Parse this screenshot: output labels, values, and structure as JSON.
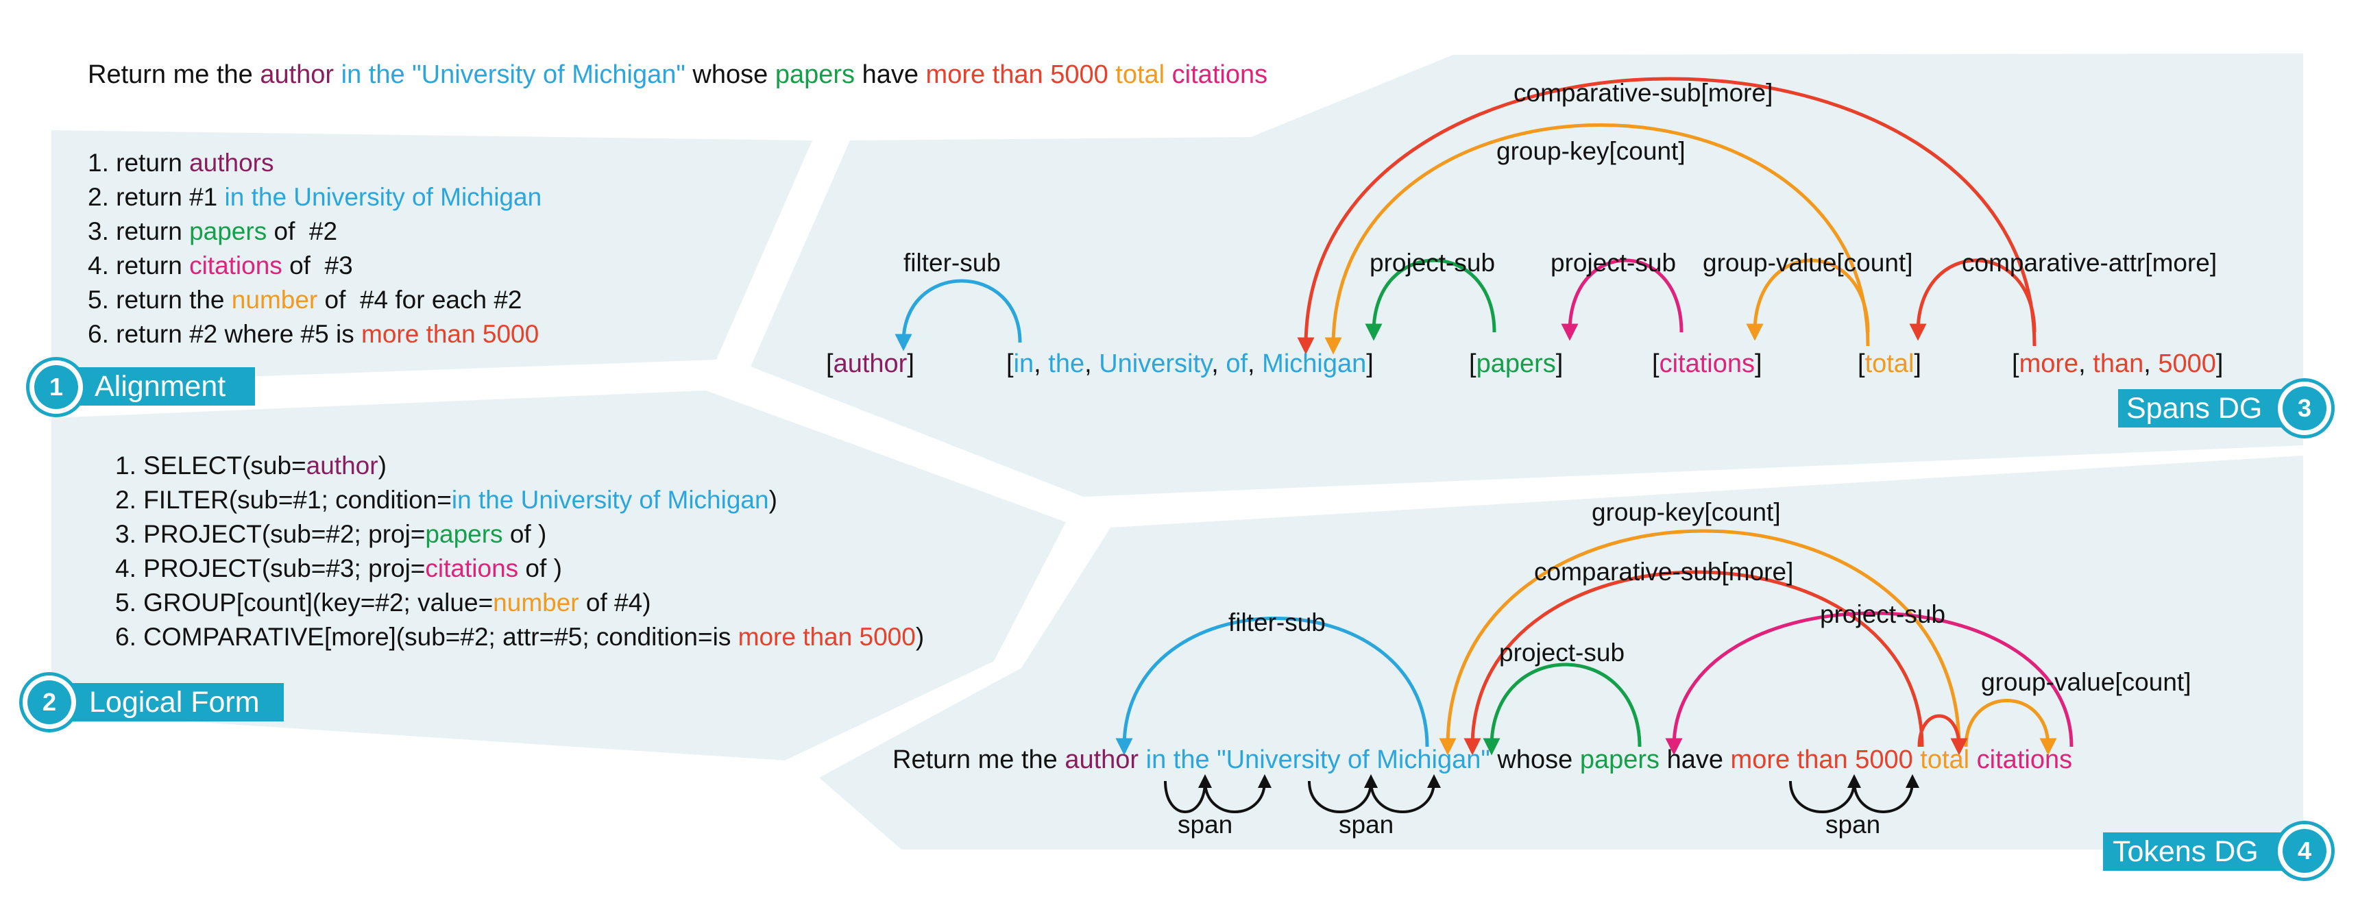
{
  "colors": {
    "panel": "#e8f2f5",
    "accent": "#1aa7c7",
    "author": "#8b1d5e",
    "location": "#2aa6dd",
    "papers": "#14a04a",
    "citations": "#e0227a",
    "number": "#f39a1e",
    "more": "#e8402a",
    "black": "#111111"
  },
  "question": [
    {
      "t": "Return me the ",
      "c": "black"
    },
    {
      "t": "author",
      "c": "author"
    },
    {
      "t": " in the \"University of Michigan\"",
      "c": "location"
    },
    {
      "t": " whose ",
      "c": "black"
    },
    {
      "t": "papers",
      "c": "papers"
    },
    {
      "t": " have ",
      "c": "black"
    },
    {
      "t": "more than 5000",
      "c": "more"
    },
    {
      "t": " total",
      "c": "number"
    },
    {
      "t": " citations",
      "c": "citations"
    }
  ],
  "alignment": {
    "badge_number": "1",
    "badge_label": "Alignment",
    "lines": [
      [
        {
          "t": "1. return ",
          "c": "black"
        },
        {
          "t": "authors",
          "c": "author"
        }
      ],
      [
        {
          "t": "2. return #1 ",
          "c": "black"
        },
        {
          "t": "in the University of Michigan",
          "c": "location"
        }
      ],
      [
        {
          "t": "3. return ",
          "c": "black"
        },
        {
          "t": "papers",
          "c": "papers"
        },
        {
          "t": " of  #2",
          "c": "black"
        }
      ],
      [
        {
          "t": "4. return ",
          "c": "black"
        },
        {
          "t": "citations",
          "c": "citations"
        },
        {
          "t": " of  #3",
          "c": "black"
        }
      ],
      [
        {
          "t": "5. return the ",
          "c": "black"
        },
        {
          "t": "number",
          "c": "number"
        },
        {
          "t": " of  #4 for each #2",
          "c": "black"
        }
      ],
      [
        {
          "t": "6. return #2 where #5 is ",
          "c": "black"
        },
        {
          "t": "more than 5000",
          "c": "more"
        }
      ]
    ]
  },
  "logical_form": {
    "badge_number": "2",
    "badge_label": "Logical Form",
    "lines": [
      [
        {
          "t": "1. SELECT(sub=",
          "c": "black"
        },
        {
          "t": "author",
          "c": "author"
        },
        {
          "t": ")",
          "c": "black"
        }
      ],
      [
        {
          "t": "2. FILTER(sub=#1; condition=",
          "c": "black"
        },
        {
          "t": "in the University of Michigan",
          "c": "location"
        },
        {
          "t": ")",
          "c": "black"
        }
      ],
      [
        {
          "t": "3. PROJECT(sub=#2; proj=",
          "c": "black"
        },
        {
          "t": "papers",
          "c": "papers"
        },
        {
          "t": " of )",
          "c": "black"
        }
      ],
      [
        {
          "t": "4. PROJECT(sub=#3; proj=",
          "c": "black"
        },
        {
          "t": "citations",
          "c": "citations"
        },
        {
          "t": " of )",
          "c": "black"
        }
      ],
      [
        {
          "t": "5. GROUP[count](key=#2; value=",
          "c": "black"
        },
        {
          "t": "number",
          "c": "number"
        },
        {
          "t": " of #4)",
          "c": "black"
        }
      ],
      [
        {
          "t": "6. COMPARATIVE[more](sub=#2; attr=#5; condition=is ",
          "c": "black"
        },
        {
          "t": "more than 5000",
          "c": "more"
        },
        {
          "t": ")",
          "c": "black"
        }
      ]
    ]
  },
  "spans_dg": {
    "badge_number": "3",
    "badge_label": "Spans DG",
    "spans": [
      {
        "id": "author",
        "parts": [
          {
            "t": "[",
            "c": "black"
          },
          {
            "t": "author",
            "c": "author"
          },
          {
            "t": "]",
            "c": "black"
          }
        ]
      },
      {
        "id": "loc",
        "parts": [
          {
            "t": "[",
            "c": "black"
          },
          {
            "t": "in",
            "c": "location"
          },
          {
            "t": ", ",
            "c": "black"
          },
          {
            "t": "the",
            "c": "location"
          },
          {
            "t": ", ",
            "c": "black"
          },
          {
            "t": "University",
            "c": "location"
          },
          {
            "t": ", ",
            "c": "black"
          },
          {
            "t": "of",
            "c": "location"
          },
          {
            "t": ", ",
            "c": "black"
          },
          {
            "t": "Michigan",
            "c": "location"
          },
          {
            "t": "]",
            "c": "black"
          }
        ]
      },
      {
        "id": "papers",
        "parts": [
          {
            "t": "[",
            "c": "black"
          },
          {
            "t": "papers",
            "c": "papers"
          },
          {
            "t": "]",
            "c": "black"
          }
        ]
      },
      {
        "id": "citations",
        "parts": [
          {
            "t": "[",
            "c": "black"
          },
          {
            "t": "citations",
            "c": "citations"
          },
          {
            "t": "]",
            "c": "black"
          }
        ]
      },
      {
        "id": "total",
        "parts": [
          {
            "t": "[",
            "c": "black"
          },
          {
            "t": "total",
            "c": "number"
          },
          {
            "t": "]",
            "c": "black"
          }
        ]
      },
      {
        "id": "more",
        "parts": [
          {
            "t": "[",
            "c": "black"
          },
          {
            "t": "more",
            "c": "more"
          },
          {
            "t": ", ",
            "c": "black"
          },
          {
            "t": "than",
            "c": "more"
          },
          {
            "t": ", ",
            "c": "black"
          },
          {
            "t": "5000",
            "c": "more"
          },
          {
            "t": "]",
            "c": "black"
          }
        ]
      }
    ],
    "edges": [
      {
        "label": "filter-sub",
        "color": "location"
      },
      {
        "label": "project-sub",
        "color": "papers"
      },
      {
        "label": "project-sub",
        "color": "citations"
      },
      {
        "label": "group-value[count]",
        "color": "number"
      },
      {
        "label": "comparative-attr[more]",
        "color": "more"
      },
      {
        "label": "group-key[count]",
        "color": "number"
      },
      {
        "label": "comparative-sub[more]",
        "color": "more"
      }
    ]
  },
  "tokens_dg": {
    "badge_number": "4",
    "badge_label": "Tokens DG",
    "edges": [
      {
        "label": "filter-sub",
        "color": "location"
      },
      {
        "label": "project-sub",
        "color": "papers"
      },
      {
        "label": "group-key[count]",
        "color": "number"
      },
      {
        "label": "comparative-sub[more]",
        "color": "more"
      },
      {
        "label": "project-sub",
        "color": "citations"
      },
      {
        "label": "group-value[count]",
        "color": "number"
      }
    ],
    "span_label": "span"
  }
}
